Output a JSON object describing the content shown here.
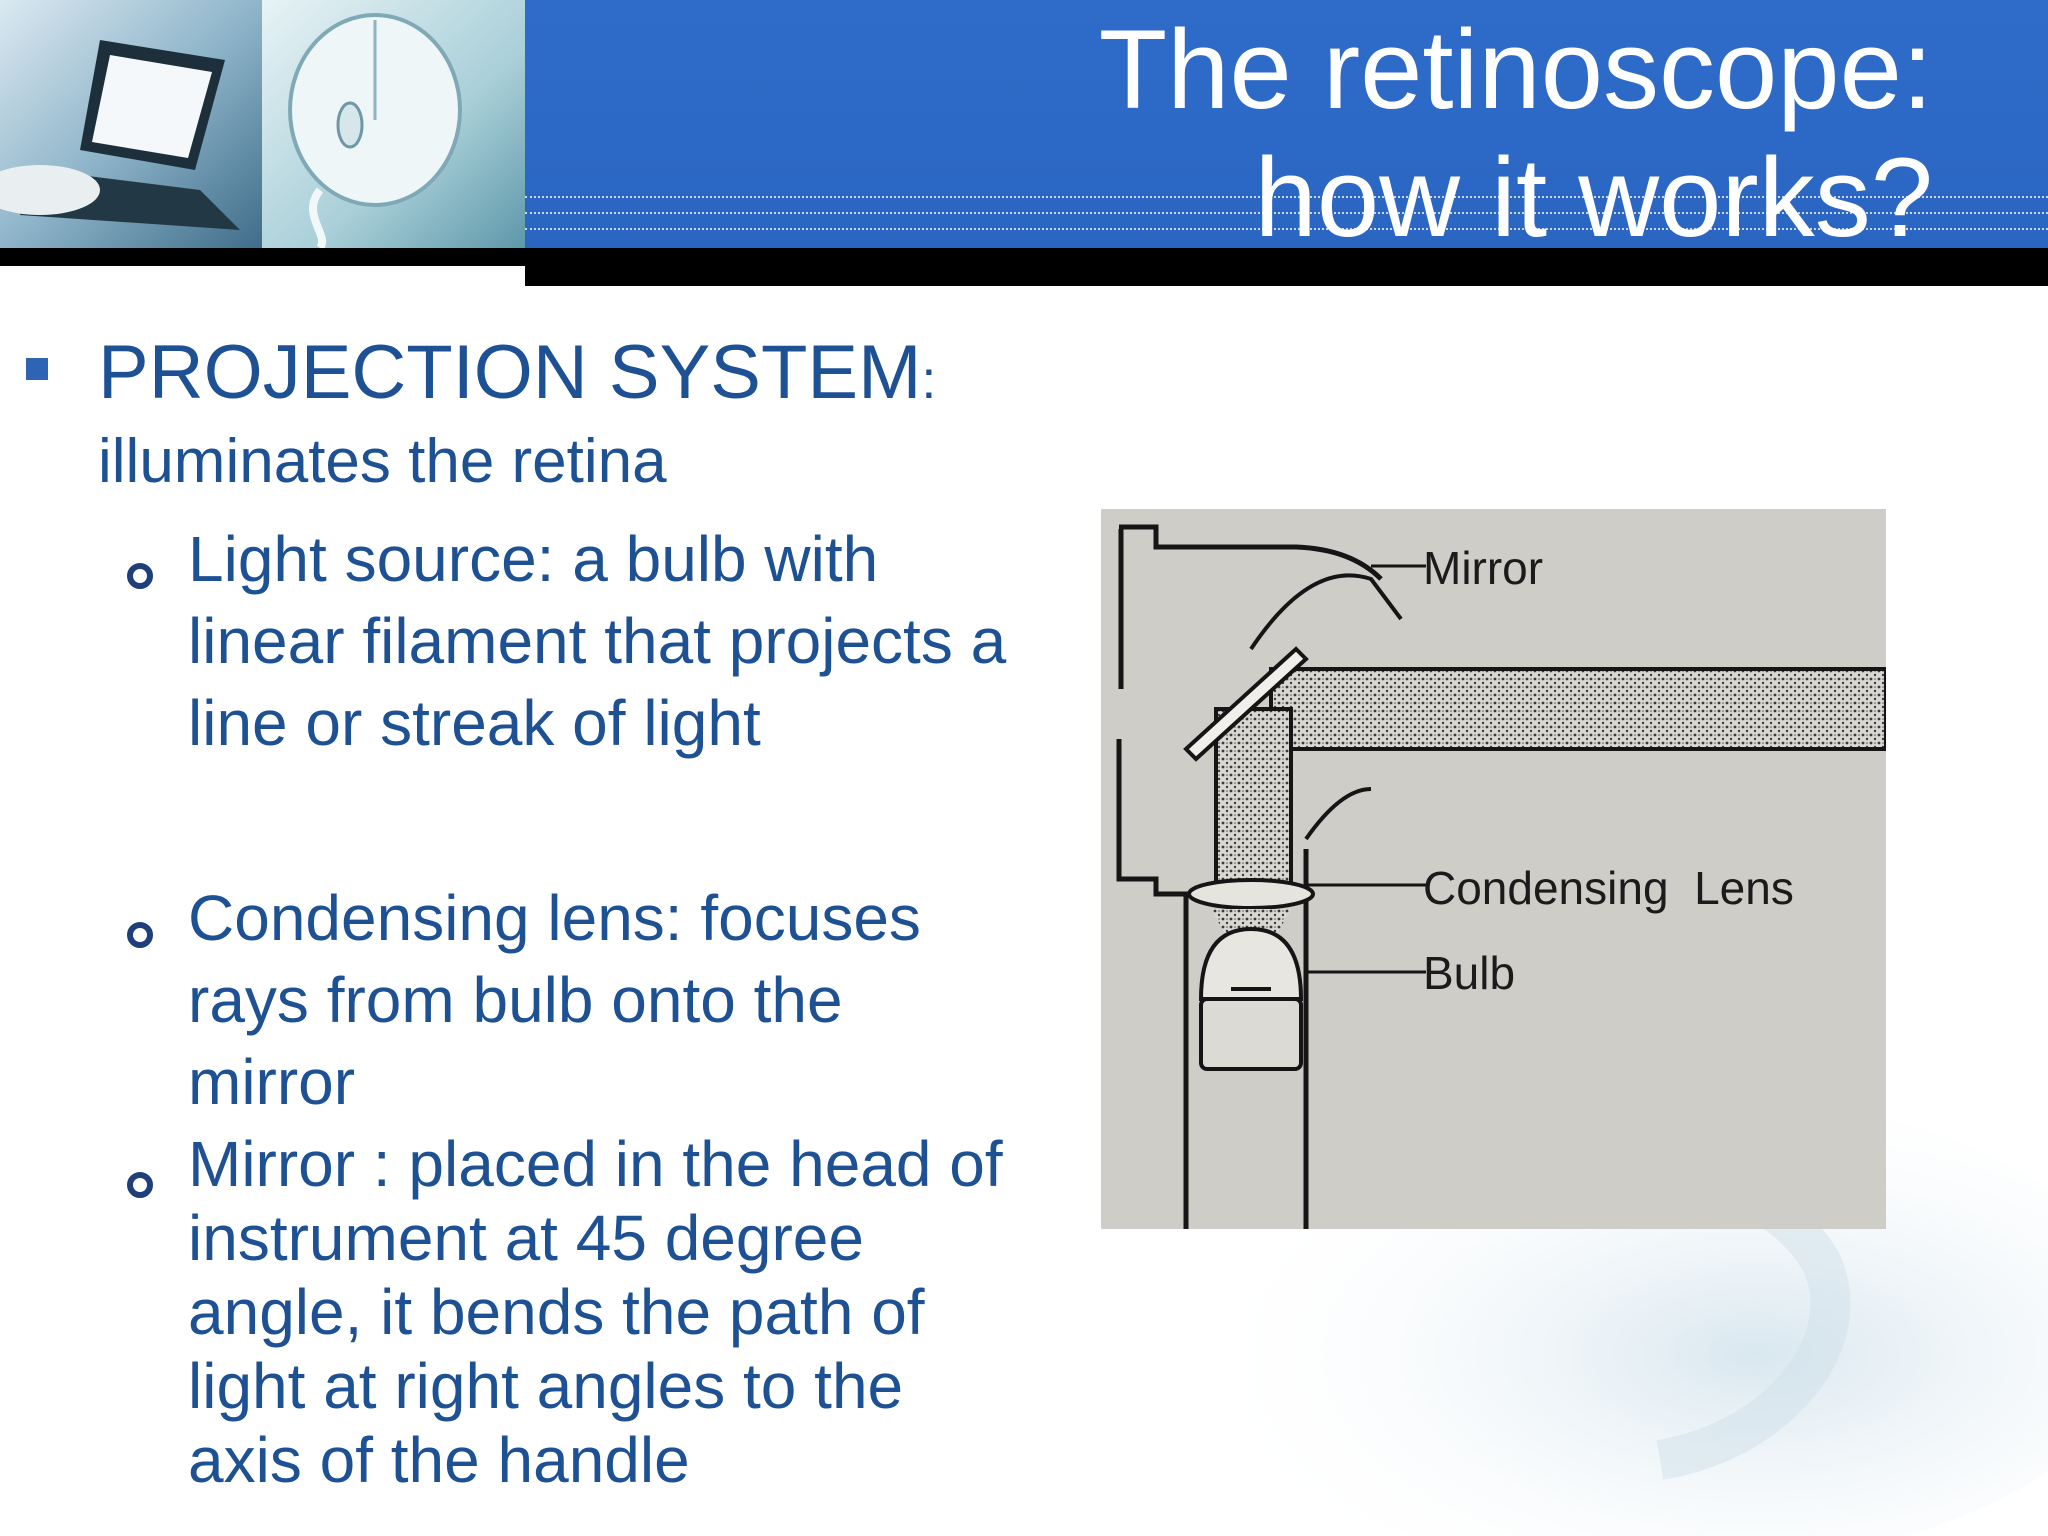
{
  "slide": {
    "title_line1": "The retinoscope:",
    "title_line2": "how it works?"
  },
  "content": {
    "heading": "PROJECTION SYSTEM",
    "heading_colon": ":",
    "heading_sub": "illuminates the retina",
    "items": [
      {
        "text": "Light source: a bulb with linear filament that projects a line or streak of light"
      },
      {
        "text": "Condensing lens: focuses rays from bulb onto the mirror"
      },
      {
        "text": "Mirror : placed in the head of instrument at 45 degree angle, it bends the path of light at right angles to the axis of the handle"
      }
    ]
  },
  "figure": {
    "labels": {
      "mirror": "Mirror",
      "condensing_lens": "Condensing  Lens",
      "bulb": "Bulb"
    }
  },
  "colors": {
    "header_blue": "#2f6cc9",
    "text_blue": "#1e5194",
    "bullet_blue": "#2f63b4"
  },
  "icons": {
    "level1_bullet": "square-bullet-icon",
    "level2_bullet": "ring-bullet-icon"
  }
}
